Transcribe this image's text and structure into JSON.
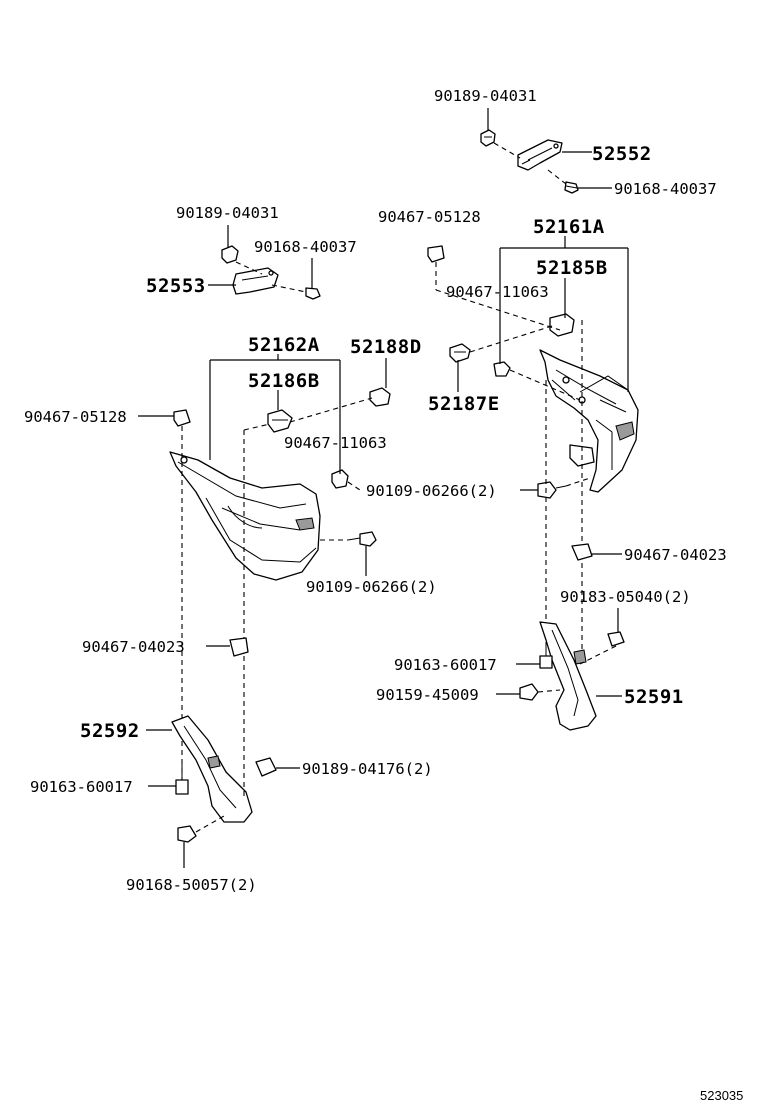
{
  "diagram_id": "523035",
  "labels": {
    "p90189_04031_top": "90189-04031",
    "p52552": "52552",
    "p90168_40037_top": "90168-40037",
    "p90189_04031_left": "90189-04031",
    "p90168_40037_left": "90168-40037",
    "p52553": "52553",
    "p90467_05128_mid": "90467-05128",
    "p52161A": "52161A",
    "p52185B": "52185B",
    "p90467_11063_right": "90467-11063",
    "p52162A": "52162A",
    "p52188D": "52188D",
    "p52186B": "52186B",
    "p52187E": "52187E",
    "p90467_05128_left": "90467-05128",
    "p90467_11063_left": "90467-11063",
    "p90109_06266_mid": "90109-06266(2)",
    "p90109_06266_low": "90109-06266(2)",
    "p90467_04023_right": "90467-04023",
    "p90183_05040": "90183-05040(2)",
    "p90467_04023_left": "90467-04023",
    "p90163_60017_right": "90163-60017",
    "p90159_45009": "90159-45009",
    "p52591": "52591",
    "p52592": "52592",
    "p90189_04176": "90189-04176(2)",
    "p90163_60017_left": "90163-60017",
    "p90168_50057": "90168-50057(2)"
  }
}
